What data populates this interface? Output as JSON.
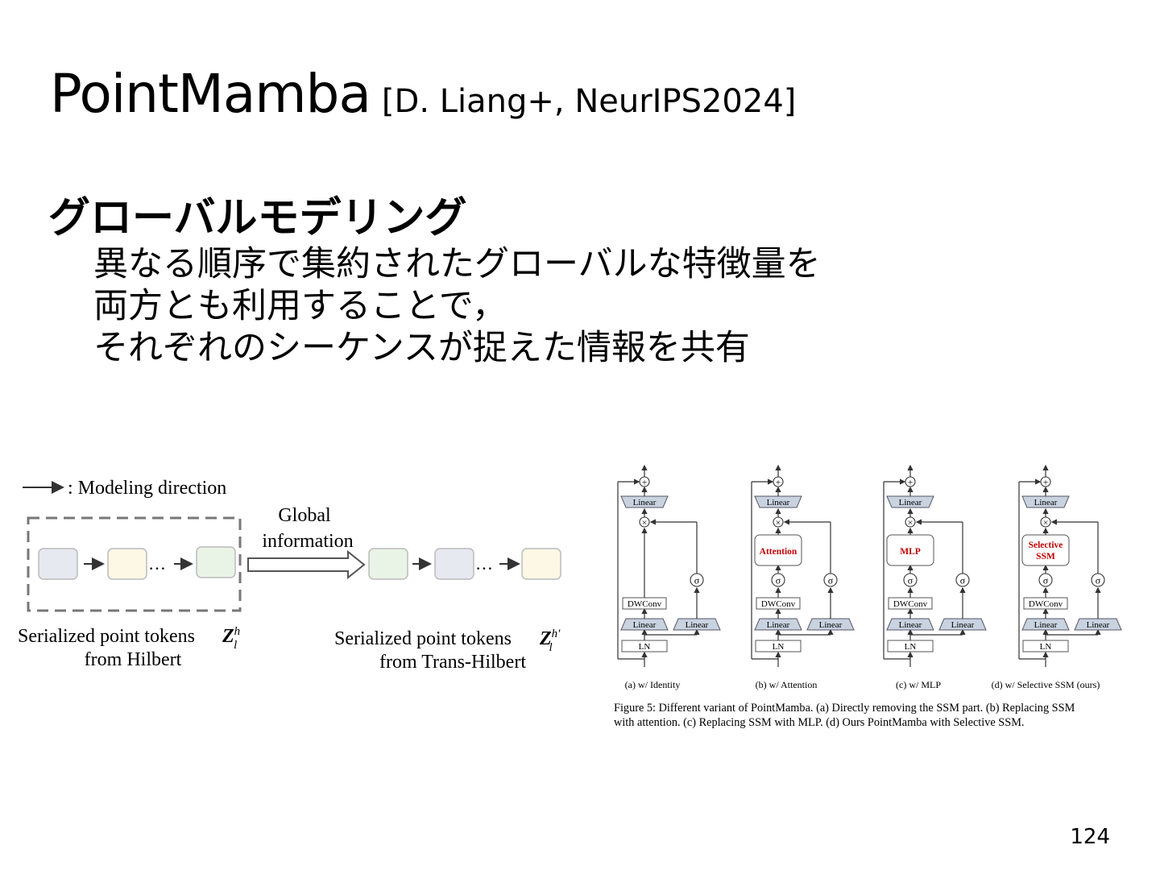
{
  "slide": {
    "title": "PointMamba",
    "citation": "[D. Liang+, NeurIPS2024]",
    "heading": "グローバルモデリング",
    "body_lines": [
      "異なる順序で集約されたグローバルな特徴量を",
      "両方とも利用することで，",
      "それぞれのシーケンスが捉えた情報を共有"
    ],
    "page_number": "124"
  },
  "left_figure": {
    "legend": ": Modeling direction",
    "global_label_line1": "Global",
    "global_label_line2": "information",
    "ellipsis": "…",
    "left_caption_line1": "Serialized point tokens",
    "left_caption_line2": "from Hilbert",
    "right_caption_line1": "Serialized point tokens",
    "right_caption_line2": "from Trans-Hilbert",
    "left_token_colors": [
      "#e6e9ef",
      "#fdf7e6",
      "#e9f3e6"
    ],
    "right_token_colors": [
      "#e9f3e6",
      "#e6e9ef",
      "#fdf7e6"
    ]
  },
  "right_figure": {
    "variants": [
      {
        "middle": "",
        "caption": "(a) w/ Identity"
      },
      {
        "middle": "Attention",
        "caption": "(b) w/ Attention"
      },
      {
        "middle": "MLP",
        "caption": "(c) w/ MLP"
      },
      {
        "middle": "Selective\nSSM",
        "caption": "(d) w/ Selective SSM (ours)"
      }
    ],
    "block_labels": {
      "linear": "Linear",
      "dwconv": "DWConv",
      "ln": "LN",
      "sigma": "σ"
    },
    "figure_caption_line1": "Figure 5: Different variant of PointMamba. (a) Directly removing the SSM part. (b) Replacing SSM",
    "figure_caption_line2": "with attention. (c) Replacing SSM with MLP. (d) Ours PointMamba with Selective SSM."
  }
}
